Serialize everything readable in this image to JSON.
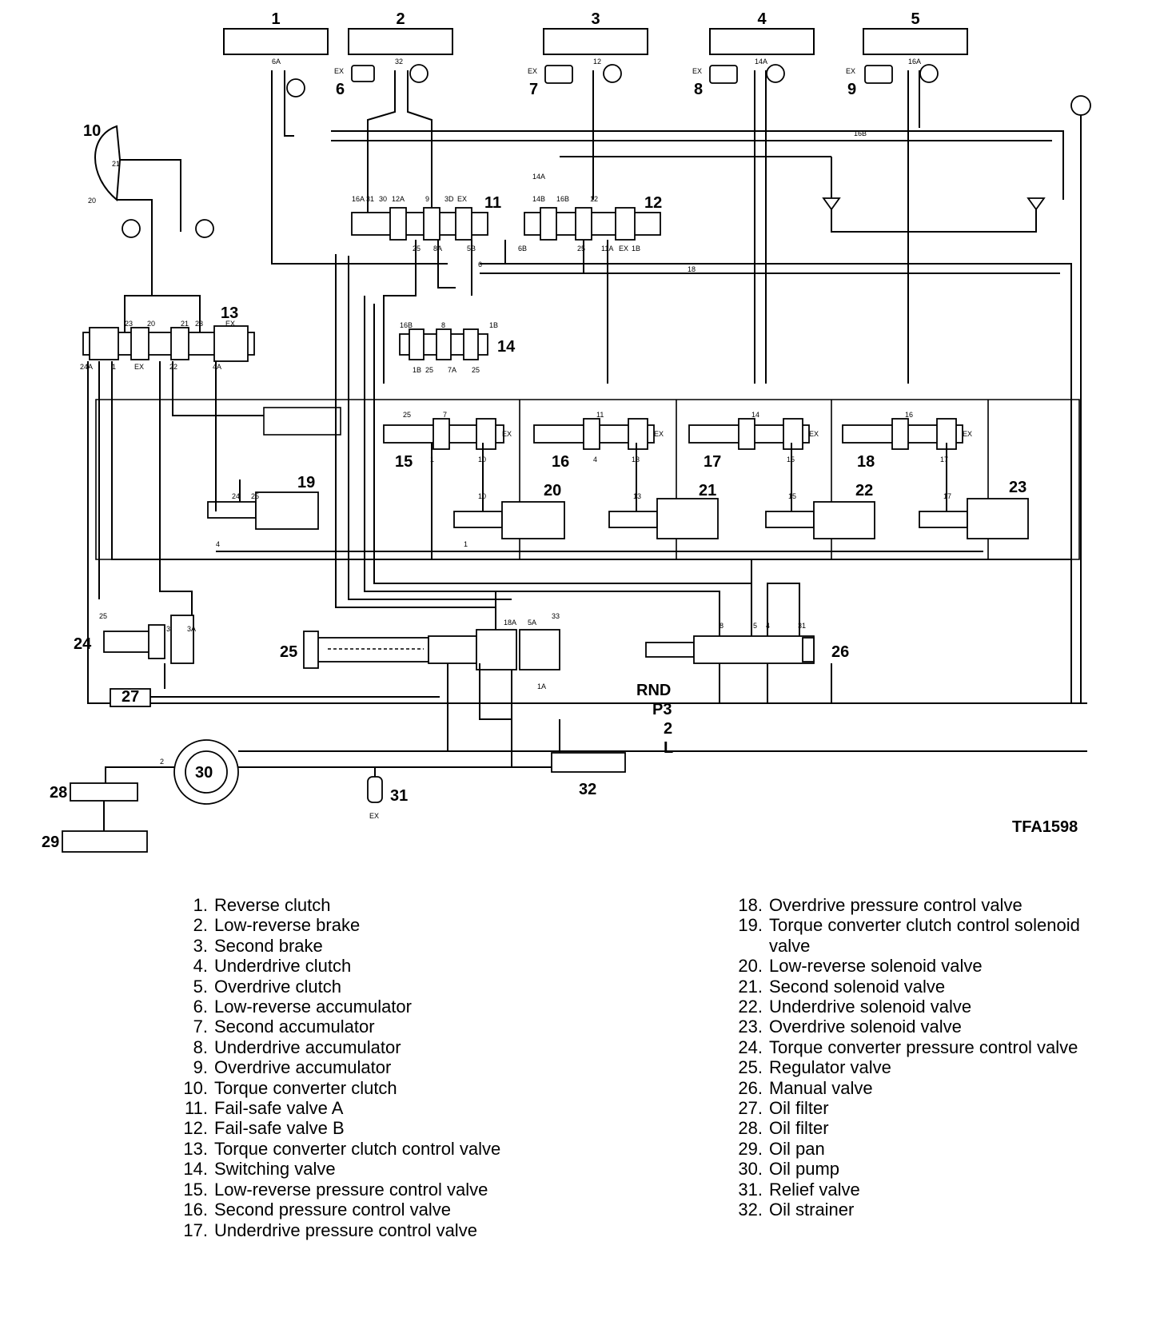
{
  "diagram_code": "TFA1598",
  "component_numbers": [
    "1",
    "2",
    "3",
    "4",
    "5",
    "6",
    "7",
    "8",
    "9",
    "10",
    "11",
    "12",
    "13",
    "14",
    "15",
    "16",
    "17",
    "18",
    "19",
    "20",
    "21",
    "22",
    "23",
    "24",
    "25",
    "26",
    "27",
    "28",
    "29",
    "30",
    "31",
    "32"
  ],
  "manual_positions": [
    "RND",
    "P3",
    "2",
    "L"
  ],
  "port_labels": {
    "clutch_ports": [
      "6A",
      "32",
      "12",
      "14A",
      "16A"
    ],
    "exhaust": "EX",
    "tc_ports": [
      "21",
      "20"
    ],
    "valve11_ports": [
      "16A",
      "31",
      "30",
      "12A",
      "9",
      "3D",
      "EX",
      "25",
      "8A",
      "5B",
      "6"
    ],
    "valve12_ports": [
      "14A",
      "14B",
      "16B",
      "12",
      "6B",
      "25",
      "11A",
      "EX",
      "1B"
    ],
    "valve13_ports": [
      "23",
      "20",
      "21",
      "23",
      "24A",
      "1",
      "EX",
      "22",
      "4A"
    ],
    "valve14_ports": [
      "16B",
      "8",
      "1B",
      "1B",
      "25",
      "7A",
      "25"
    ],
    "pressure_valve_ports": [
      "25",
      "7",
      "11",
      "14",
      "16",
      "1",
      "10",
      "4",
      "13",
      "15",
      "17"
    ],
    "solenoid_ports": [
      "24",
      "25",
      "10",
      "13",
      "15",
      "17",
      "4",
      "1"
    ],
    "lower_ports": [
      "25",
      "3",
      "3A",
      "18A",
      "5A",
      "33",
      "1A",
      "8",
      "5",
      "4",
      "31",
      "2"
    ],
    "line_16b": "16B",
    "line_18": "18"
  },
  "legend_left": [
    {
      "n": "1.",
      "t": "Reverse clutch"
    },
    {
      "n": "2.",
      "t": "Low-reverse brake"
    },
    {
      "n": "3.",
      "t": "Second brake"
    },
    {
      "n": "4.",
      "t": "Underdrive clutch"
    },
    {
      "n": "5.",
      "t": "Overdrive clutch"
    },
    {
      "n": "6.",
      "t": "Low-reverse accumulator"
    },
    {
      "n": "7.",
      "t": "Second accumulator"
    },
    {
      "n": "8.",
      "t": "Underdrive accumulator"
    },
    {
      "n": "9.",
      "t": "Overdrive accumulator"
    },
    {
      "n": "10.",
      "t": "Torque converter clutch"
    },
    {
      "n": "11.",
      "t": "Fail-safe valve A"
    },
    {
      "n": "12.",
      "t": "Fail-safe valve B"
    },
    {
      "n": "13.",
      "t": "Torque converter clutch control valve"
    },
    {
      "n": "14.",
      "t": "Switching valve"
    },
    {
      "n": "15.",
      "t": "Low-reverse pressure control valve"
    },
    {
      "n": "16.",
      "t": "Second pressure control valve"
    },
    {
      "n": "17.",
      "t": "Underdrive pressure control valve"
    }
  ],
  "legend_right": [
    {
      "n": "18.",
      "t": "Overdrive pressure control valve"
    },
    {
      "n": "19.",
      "t": "Torque converter clutch control solenoid valve"
    },
    {
      "n": "20.",
      "t": "Low-reverse solenoid valve"
    },
    {
      "n": "21.",
      "t": "Second solenoid valve"
    },
    {
      "n": "22.",
      "t": "Underdrive solenoid valve"
    },
    {
      "n": "23.",
      "t": "Overdrive solenoid valve"
    },
    {
      "n": "24.",
      "t": "Torque converter pressure control valve"
    },
    {
      "n": "25.",
      "t": "Regulator valve"
    },
    {
      "n": "26.",
      "t": "Manual valve"
    },
    {
      "n": "27.",
      "t": "Oil filter"
    },
    {
      "n": "28.",
      "t": "Oil filter"
    },
    {
      "n": "29.",
      "t": "Oil pan"
    },
    {
      "n": "30.",
      "t": "Oil pump"
    },
    {
      "n": "31.",
      "t": "Relief valve"
    },
    {
      "n": "32.",
      "t": "Oil strainer"
    }
  ]
}
